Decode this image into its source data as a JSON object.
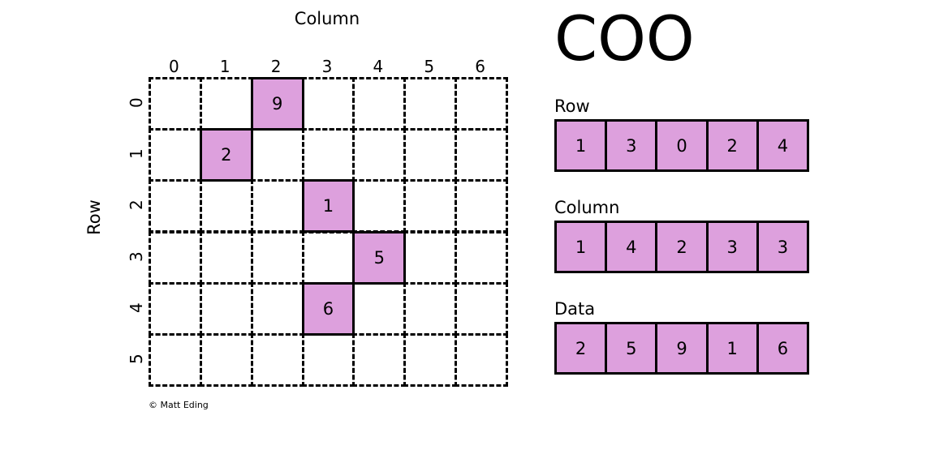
{
  "matrix": {
    "title": "Column",
    "ylabel": "Row",
    "col_labels": [
      "0",
      "1",
      "2",
      "3",
      "4",
      "5",
      "6"
    ],
    "row_labels": [
      "0",
      "1",
      "2",
      "3",
      "4",
      "5"
    ],
    "n_rows": 6,
    "n_cols": 7,
    "cells": [
      {
        "row": 0,
        "col": 2,
        "value": "9"
      },
      {
        "row": 1,
        "col": 1,
        "value": "2"
      },
      {
        "row": 2,
        "col": 3,
        "value": "1"
      },
      {
        "row": 3,
        "col": 4,
        "value": "5"
      },
      {
        "row": 4,
        "col": 3,
        "value": "6"
      }
    ],
    "credit": "© Matt Eding"
  },
  "coo": {
    "heading": "COO",
    "arrays": [
      {
        "label": "Row",
        "values": [
          "1",
          "3",
          "0",
          "2",
          "4"
        ]
      },
      {
        "label": "Column",
        "values": [
          "1",
          "4",
          "2",
          "3",
          "3"
        ]
      },
      {
        "label": "Data",
        "values": [
          "2",
          "5",
          "9",
          "1",
          "6"
        ]
      }
    ]
  },
  "colors": {
    "cell_fill": "#dda0dd",
    "line": "#000000",
    "background": "#ffffff"
  },
  "chart_data": {
    "type": "heatmap",
    "title": "COO",
    "xlabel": "Column",
    "ylabel": "Row",
    "xticklabels": [
      "0",
      "1",
      "2",
      "3",
      "4",
      "5",
      "6"
    ],
    "yticklabels": [
      "0",
      "1",
      "2",
      "3",
      "4",
      "5"
    ],
    "grid": true,
    "legend": "none",
    "shape": [
      6,
      7
    ],
    "sparse_format": "COO",
    "row_indices": [
      1,
      3,
      0,
      2,
      4
    ],
    "col_indices": [
      1,
      4,
      2,
      3,
      3
    ],
    "data_values": [
      2,
      5,
      9,
      1,
      6
    ],
    "nonzero_entries": [
      {
        "row": 0,
        "col": 2,
        "value": 9
      },
      {
        "row": 1,
        "col": 1,
        "value": 2
      },
      {
        "row": 2,
        "col": 3,
        "value": 1
      },
      {
        "row": 3,
        "col": 4,
        "value": 5
      },
      {
        "row": 4,
        "col": 3,
        "value": 6
      }
    ]
  }
}
